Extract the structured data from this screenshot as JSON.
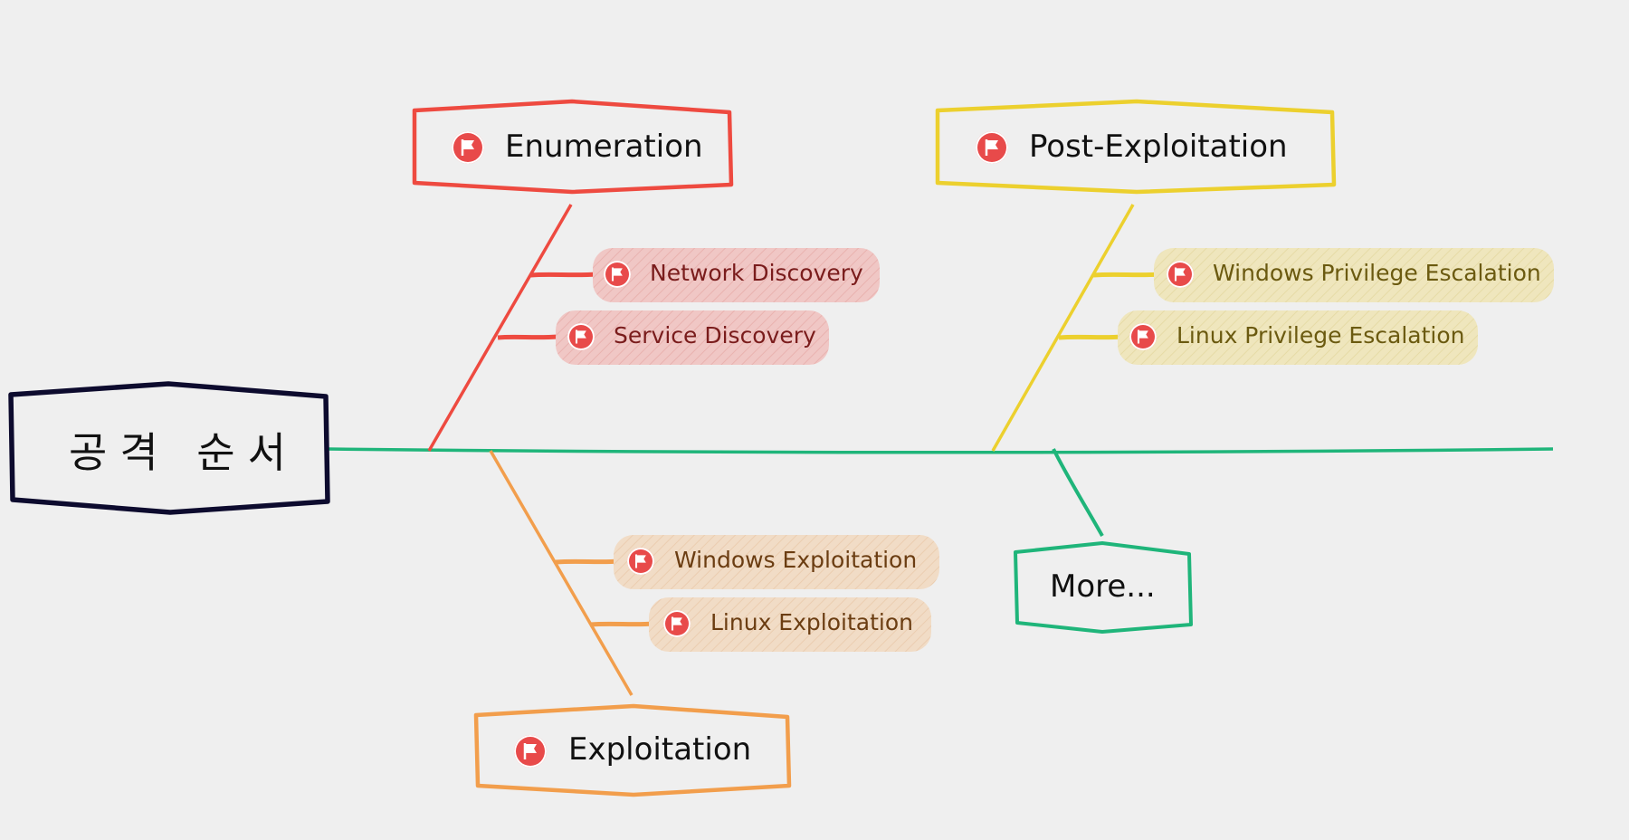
{
  "root": {
    "label": "공격 순서",
    "color": "#0d0b2e"
  },
  "spine_color": "#1fb57a",
  "topics": {
    "enumeration": {
      "label": "Enumeration",
      "color": "#ee4a40"
    },
    "post_exploitation": {
      "label": "Post-Exploitation",
      "color": "#ecd02e"
    },
    "exploitation": {
      "label": "Exploitation",
      "color": "#f29e4c"
    },
    "more": {
      "label": "More...",
      "color": "#1fb57a"
    }
  },
  "subtopics": {
    "network_discovery": {
      "label": "Network Discovery",
      "text_color": "#7a1c1c",
      "fill": "#f0c7c5"
    },
    "service_discovery": {
      "label": "Service Discovery",
      "text_color": "#7a1c1c",
      "fill": "#f0c7c5"
    },
    "windows_privilege_escalation": {
      "label": "Windows Privilege Escalation",
      "text_color": "#6b5a10",
      "fill": "#efe6bd"
    },
    "linux_privilege_escalation": {
      "label": "Linux Privilege Escalation",
      "text_color": "#6b5a10",
      "fill": "#efe6bd"
    },
    "windows_exploitation": {
      "label": "Windows Exploitation",
      "text_color": "#6b3d12",
      "fill": "#f1dcc6"
    },
    "linux_exploitation": {
      "label": "Linux Exploitation",
      "text_color": "#6b3d12",
      "fill": "#f1dcc6"
    }
  },
  "icons": {
    "marker": "flag-icon",
    "marker_color": "#e84a4a"
  }
}
